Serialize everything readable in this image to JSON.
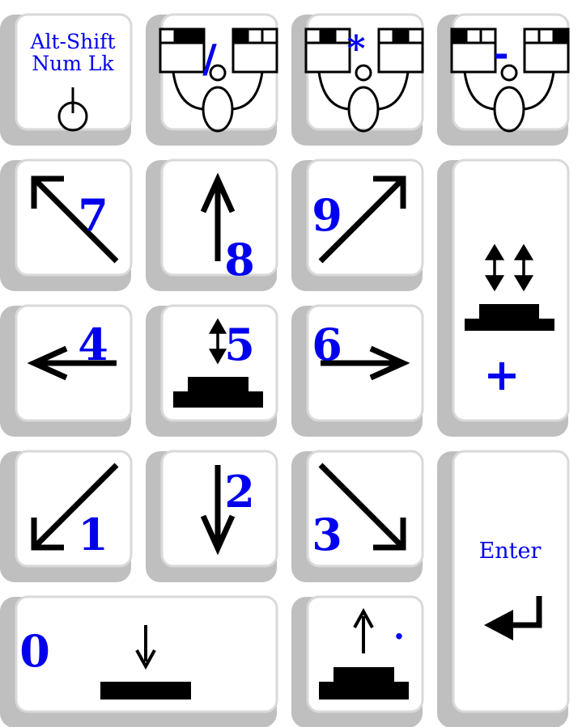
{
  "colors": {
    "label": "#0000ee",
    "glyph": "#000000",
    "key_face": "#ffffff",
    "key_shadow": "#bfbfbf"
  },
  "keys": {
    "numlock": {
      "line1": "Alt-Shift",
      "line2": "Num Lk",
      "icon": "power-icon"
    },
    "divide": {
      "label": "/",
      "icon": "mouse-left-button-icon"
    },
    "multiply": {
      "label": "*",
      "icon": "mouse-both-buttons-icon"
    },
    "minus": {
      "label": "-",
      "icon": "mouse-right-button-icon"
    },
    "k7": {
      "label": "7",
      "icon": "arrow-up-left-icon"
    },
    "k8": {
      "label": "8",
      "icon": "arrow-up-icon"
    },
    "k9": {
      "label": "9",
      "icon": "arrow-up-right-icon"
    },
    "plus": {
      "label": "+",
      "icon": "double-click-icon"
    },
    "k4": {
      "label": "4",
      "icon": "arrow-left-icon"
    },
    "k5": {
      "label": "5",
      "icon": "click-icon"
    },
    "k6": {
      "label": "6",
      "icon": "arrow-right-icon"
    },
    "k1": {
      "label": "1",
      "icon": "arrow-down-left-icon"
    },
    "k2": {
      "label": "2",
      "icon": "arrow-down-icon"
    },
    "k3": {
      "label": "3",
      "icon": "arrow-down-right-icon"
    },
    "enter": {
      "label": "Enter",
      "icon": "return-icon"
    },
    "k0": {
      "label": "0",
      "icon": "button-press-icon"
    },
    "dot": {
      "label": ".",
      "icon": "button-release-icon"
    }
  }
}
